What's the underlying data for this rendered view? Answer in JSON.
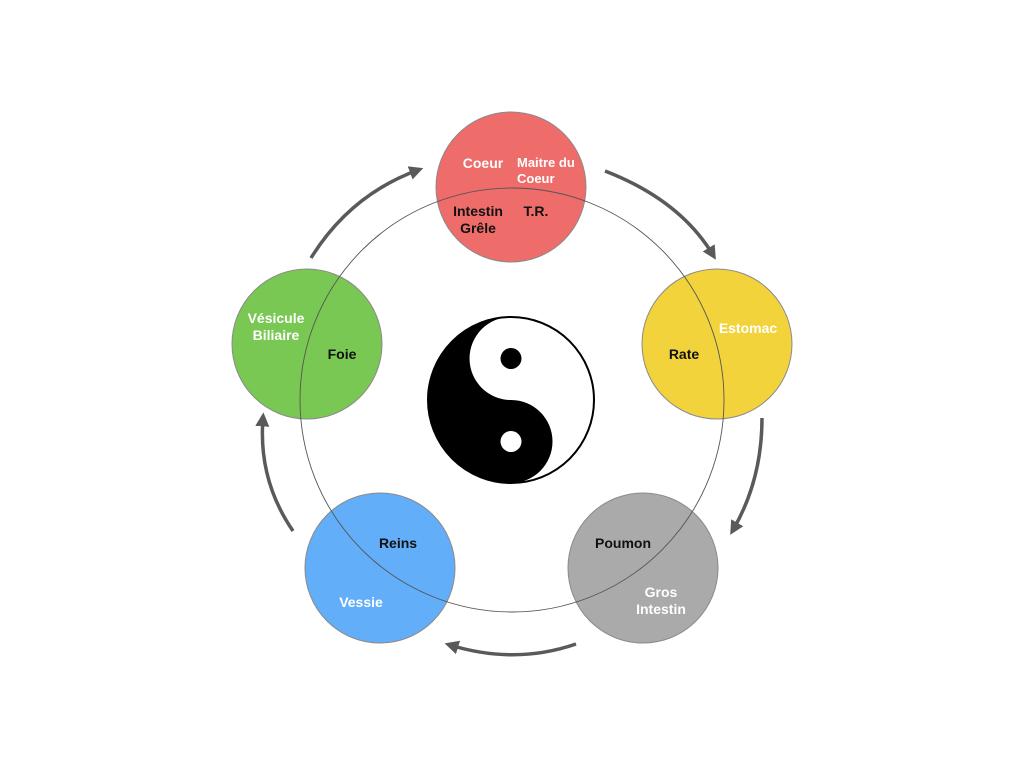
{
  "diagram": {
    "elements": [
      {
        "key": "fire",
        "color": "#ee6c6a",
        "labels": [
          "Coeur",
          "Maitre du\nCoeur",
          "Intestin\nGrêle",
          "T.R."
        ]
      },
      {
        "key": "earth",
        "color": "#f3d33c",
        "labels": [
          "Estomac",
          "Rate"
        ]
      },
      {
        "key": "metal",
        "color": "#aaaaaa",
        "labels": [
          "Poumon",
          "Gros\nIntestin"
        ]
      },
      {
        "key": "water",
        "color": "#62aef8",
        "labels": [
          "Reins",
          "Vessie"
        ]
      },
      {
        "key": "wood",
        "color": "#79c854",
        "labels": [
          "Vésicule\nBiliaire",
          "Foie"
        ]
      }
    ],
    "ring_color": "#555555",
    "arrow_color": "#5a5a5a",
    "center_symbol": "yin-yang-icon"
  }
}
